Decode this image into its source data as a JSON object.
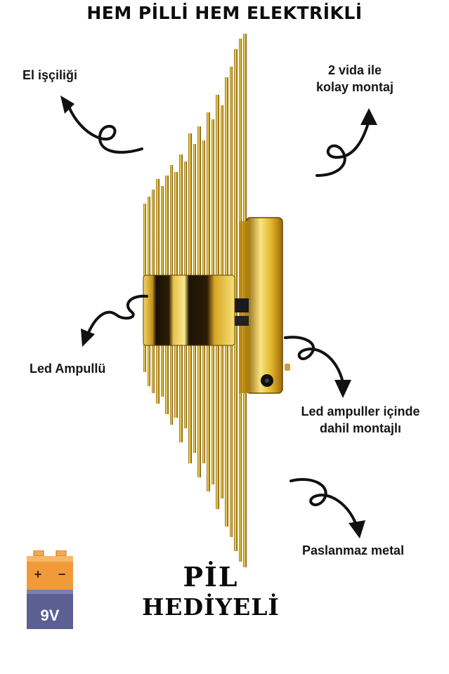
{
  "headline": "HEM PİLLİ HEM ELEKTRİKLİ",
  "callouts": {
    "handmade": "El işçiliği",
    "mount_line1": "2 vida ile",
    "mount_line2": "kolay montaj",
    "led": "Led Ampullü",
    "included_line1": "Led ampuller içinde",
    "included_line2": "dahil montajlı",
    "metal": "Paslanmaz metal"
  },
  "promo": {
    "line1": "PİL",
    "line2": "HEDİYELİ"
  },
  "battery": {
    "plus": "+",
    "minus": "−",
    "voltage": "9V"
  },
  "colors": {
    "gold": "#d9a91c",
    "gold_light": "#f6e27a",
    "gold_dark": "#7a5206",
    "battery_orange": "#f09a3a",
    "battery_purple": "#5b5f92",
    "ink": "#111111"
  }
}
